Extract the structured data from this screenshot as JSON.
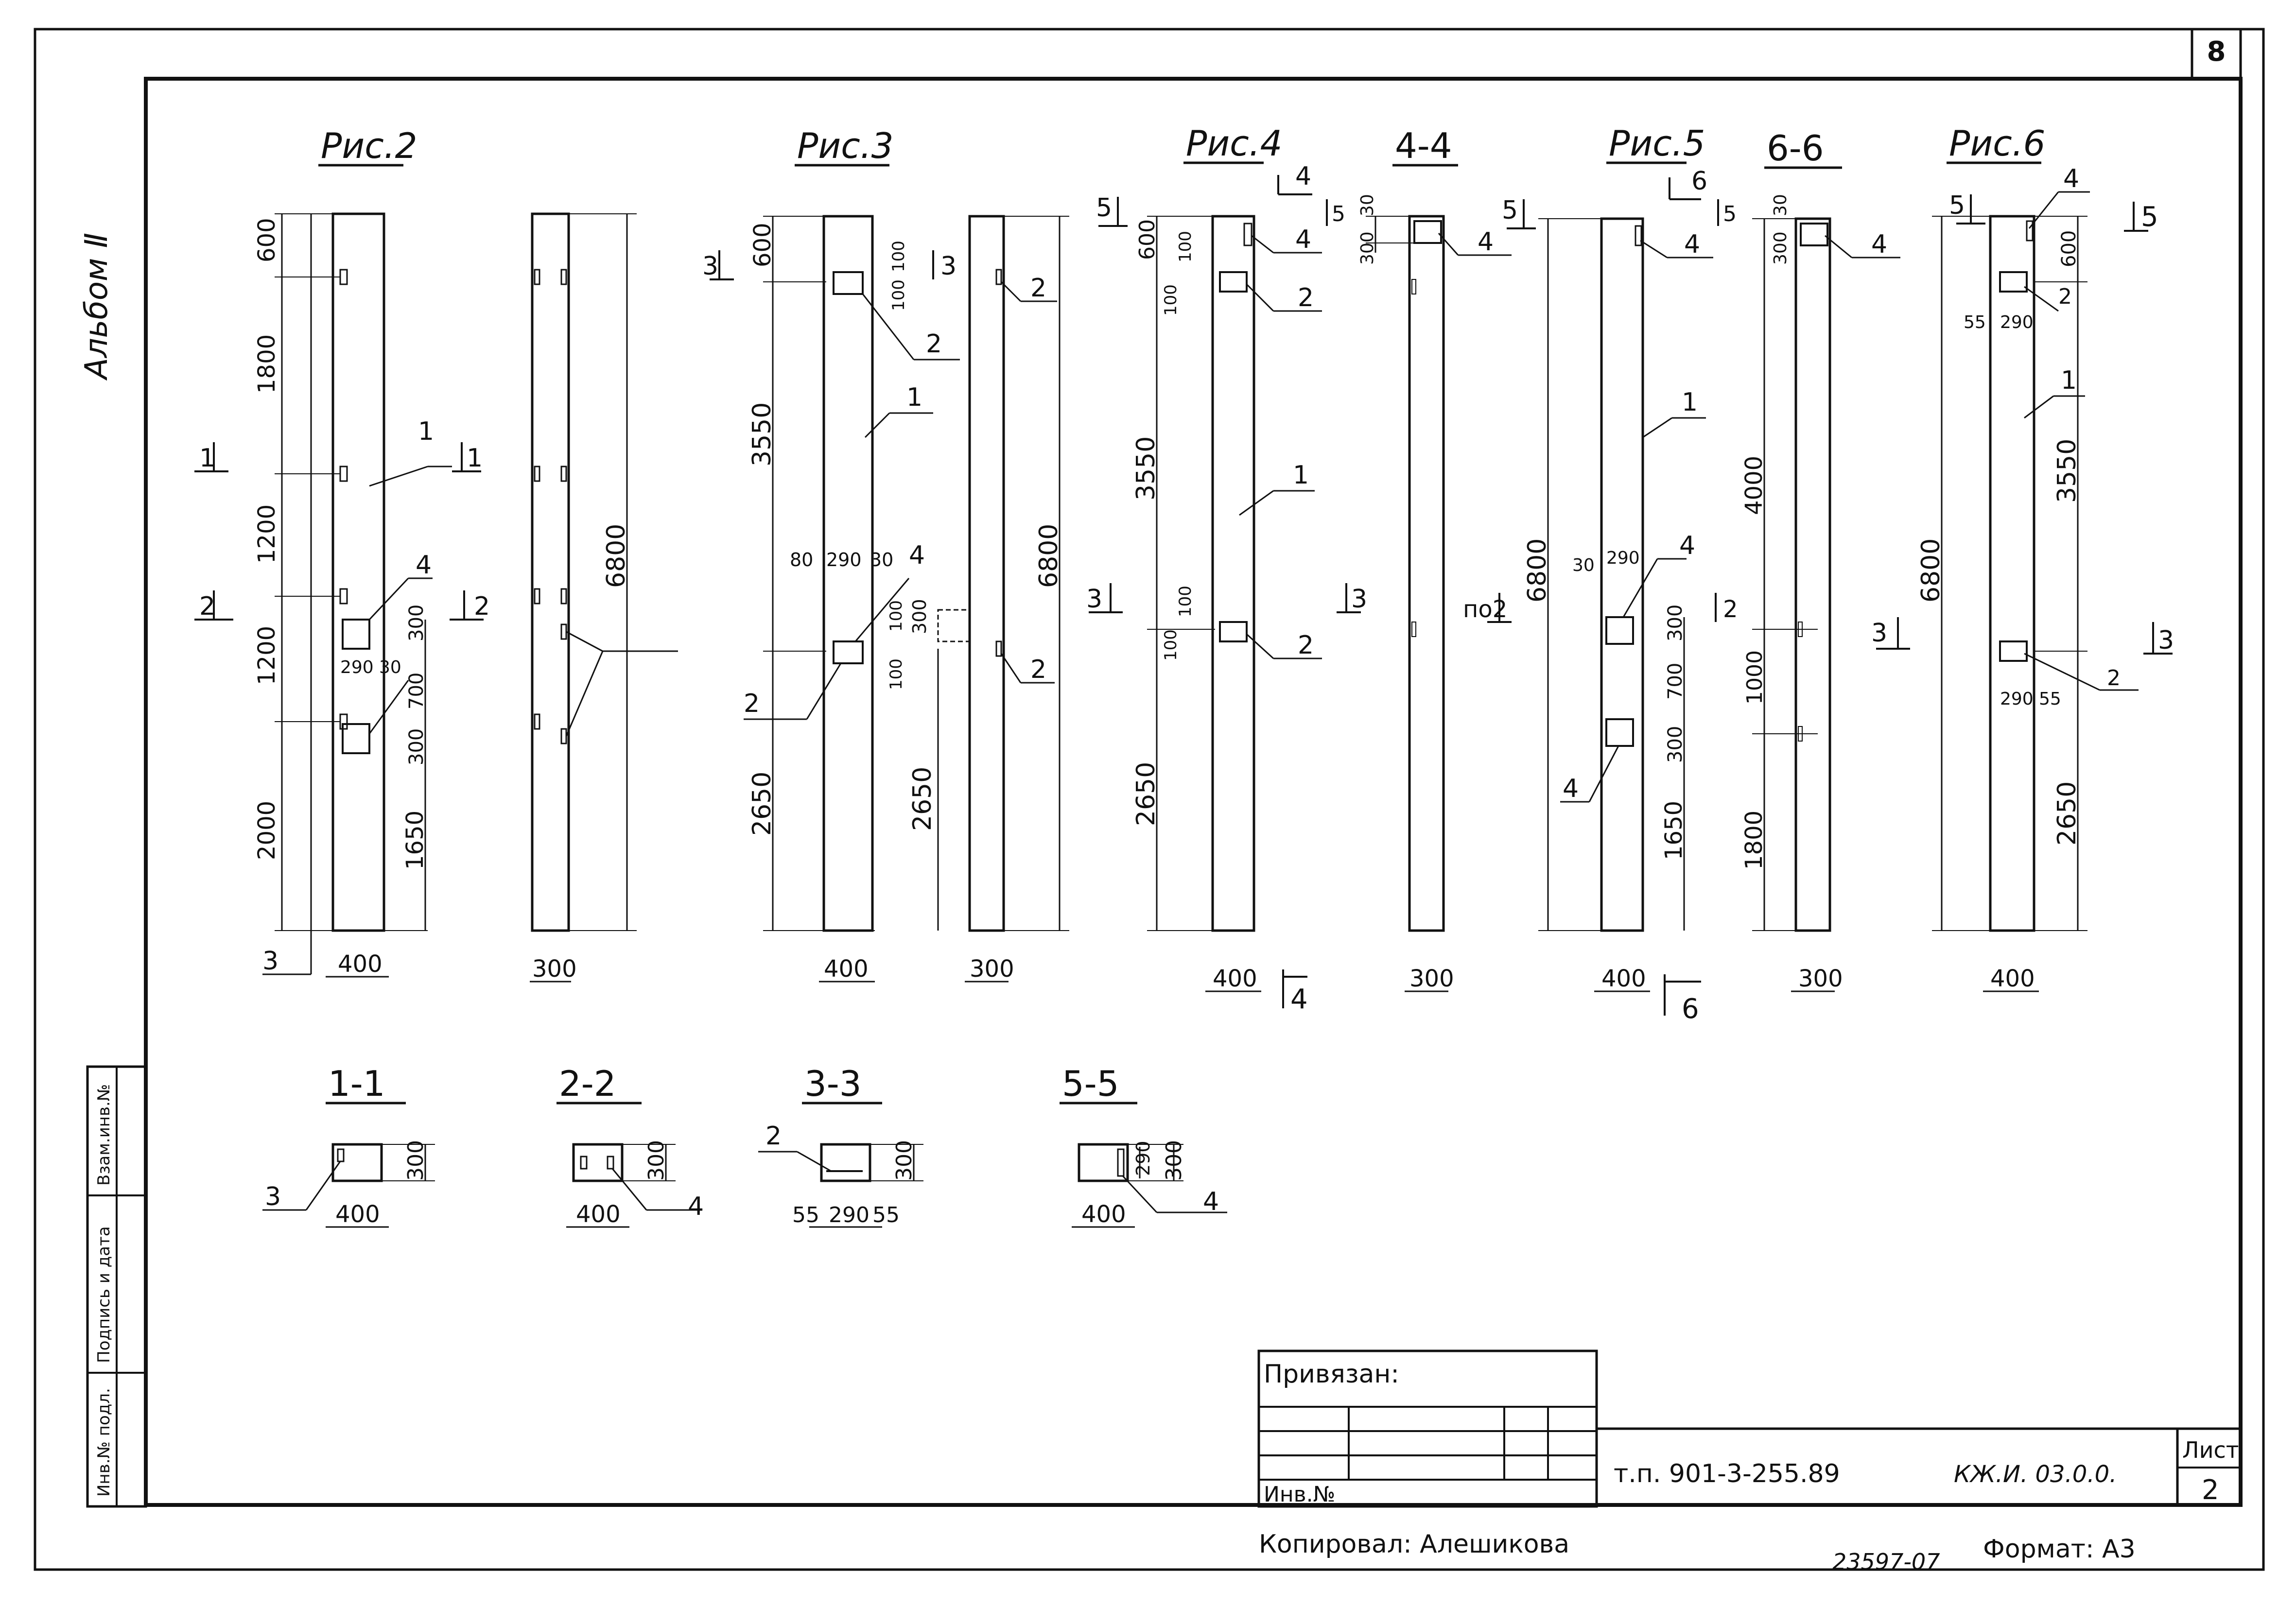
{
  "header": {
    "sheet_corner_number": "8",
    "album_label": "Альбом Ⅱ"
  },
  "figures": [
    {
      "id": "fig2",
      "title": "Рис.2",
      "dims": [
        "600",
        "1800",
        "1200",
        "1200",
        "2000",
        "300",
        "700",
        "300",
        "1650",
        "290",
        "30",
        "400",
        "300",
        "6800"
      ],
      "callouts": [
        "1",
        "3",
        "4",
        "4"
      ],
      "sections": [
        "1",
        "1",
        "2",
        "2"
      ]
    },
    {
      "id": "fig3",
      "title": "Рис.3",
      "dims": [
        "600",
        "3550",
        "2650",
        "100",
        "100",
        "80",
        "290",
        "30",
        "100",
        "300",
        "100",
        "400",
        "6800",
        "2650",
        "300"
      ],
      "callouts": [
        "1",
        "2",
        "2",
        "4",
        "2",
        "2"
      ],
      "sections": [
        "3",
        "3"
      ]
    },
    {
      "id": "fig4",
      "title": "Рис.4",
      "dims": [
        "600",
        "100",
        "100",
        "3550",
        "100",
        "100",
        "2650",
        "400",
        "30",
        "300",
        "300"
      ],
      "callouts": [
        "4",
        "2",
        "1",
        "2",
        "4"
      ],
      "sections": [
        "5",
        "4",
        "5",
        "3",
        "3",
        "4"
      ]
    },
    {
      "id": "sec44",
      "title": "4-4"
    },
    {
      "id": "fig5",
      "title": "Рис.5",
      "dims": [
        "6800",
        "30",
        "290",
        "300",
        "700",
        "300",
        "1650",
        "400",
        "30",
        "300"
      ],
      "callouts": [
        "4",
        "1",
        "4",
        "4",
        "4"
      ],
      "sections": [
        "5",
        "6",
        "5",
        "по2",
        "2",
        "6"
      ]
    },
    {
      "id": "sec66",
      "title": "6-6",
      "dims": [
        "4000",
        "1000",
        "1800",
        "300"
      ]
    },
    {
      "id": "fig6",
      "title": "Рис.6",
      "dims": [
        "600",
        "55",
        "290",
        "3550",
        "6800",
        "290",
        "55",
        "2650",
        "400"
      ],
      "callouts": [
        "4",
        "2",
        "1",
        "2"
      ],
      "sections": [
        "5",
        "5",
        "3",
        "3"
      ]
    }
  ],
  "cross_sections": [
    {
      "id": "s11",
      "title": "1-1",
      "dims": [
        "300",
        "400"
      ],
      "callout": "3"
    },
    {
      "id": "s22",
      "title": "2-2",
      "dims": [
        "300",
        "400"
      ],
      "callout": "4"
    },
    {
      "id": "s33",
      "title": "3-3",
      "dims": [
        "300",
        "55",
        "290",
        "55"
      ],
      "callout": "2"
    },
    {
      "id": "s55",
      "title": "5-5",
      "dims": [
        "290",
        "300",
        "400"
      ],
      "callout": "4"
    }
  ],
  "sidebar_stamp": {
    "cells": [
      "Инв.№ подл.",
      "Подпись и дата",
      "Взам.инв.№"
    ]
  },
  "title_block": {
    "privyazan_label": "Привязан:",
    "inv_label": "Инв.№",
    "project_code": "т.п. 901-3-255.89",
    "doc_code": "КЖ.И. 03.0.0.",
    "sheet_label": "Лист",
    "sheet_number": "2"
  },
  "footer": {
    "copied_by": "Копировал: Алешикова",
    "archive_number": "23597-07",
    "format": "Формат: А3"
  }
}
